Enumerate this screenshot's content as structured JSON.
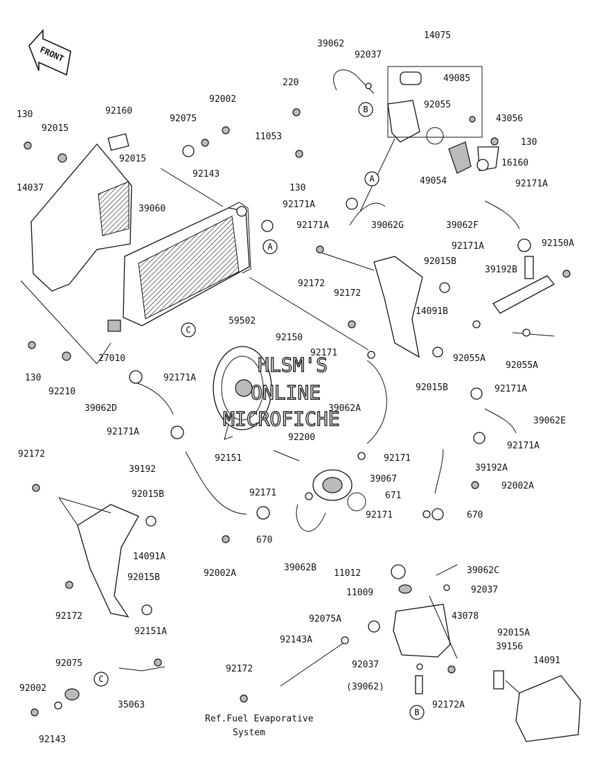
{
  "watermark": [
    "HLSM'S",
    "ONLINE",
    "MICROFICHE"
  ],
  "front_arrow": "FRONT",
  "callouts": [
    "A",
    "A",
    "B",
    "B",
    "C",
    "C"
  ],
  "labels": [
    "39062",
    "92037",
    "14075",
    "49085",
    "220",
    "92055",
    "43056",
    "130",
    "11053",
    "16160",
    "49054",
    "130",
    "92171A",
    "92002",
    "92160",
    "92075",
    "92143",
    "130",
    "92015",
    "92015",
    "14037",
    "39060",
    "92171A",
    "39062G",
    "92171A",
    "39062F",
    "92171A",
    "92150A",
    "92172",
    "92015B",
    "39192B",
    "92172",
    "14091B",
    "59502",
    "27010",
    "92150",
    "92171",
    "92055A",
    "92055A",
    "130",
    "92210",
    "92171A",
    "39062D",
    "39062A",
    "92015B",
    "92171A",
    "92171A",
    "39062E",
    "92200",
    "92151",
    "92171",
    "92171A",
    "92172",
    "39192",
    "39067",
    "39192A",
    "92171",
    "671",
    "92002A",
    "92015B",
    "92171",
    "670",
    "14091A",
    "670",
    "92002A",
    "39062B",
    "92015B",
    "11012",
    "39062C",
    "11009",
    "92037",
    "92172",
    "92075A",
    "43078",
    "92143A",
    "92015A",
    "92151A",
    "39156",
    "14091",
    "92075",
    "92172",
    "92037",
    "92002",
    "(39062)",
    "92172A",
    "35063",
    "92143"
  ],
  "reference_note": [
    "Ref.Fuel Evaporative",
    "System"
  ]
}
